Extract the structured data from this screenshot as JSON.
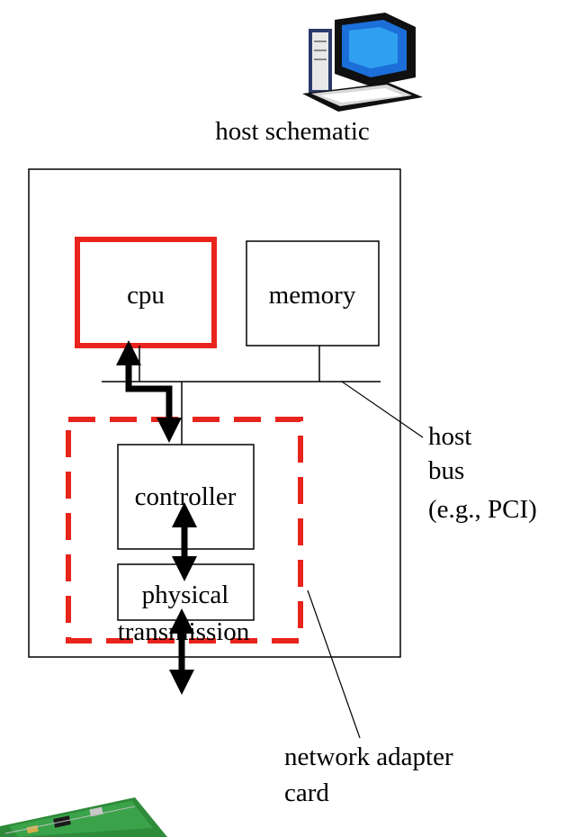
{
  "title": "host schematic",
  "boxes": {
    "cpu": "cpu",
    "memory": "memory",
    "controller": "controller",
    "physical_line1": "physical",
    "physical_line2": "transmission"
  },
  "callouts": {
    "host_bus_line1": "host",
    "host_bus_line2": "bus",
    "host_bus_line3": "(e.g., PCI)",
    "adapter_line1": "network adapter",
    "adapter_line2": "card"
  },
  "colors": {
    "highlight": "#e8241c",
    "computer_screen": "#1c6fd8",
    "pcb": "#2e8b3a"
  },
  "icons": {
    "computer": "desktop-computer-icon",
    "adapter_card": "network-card-photo"
  }
}
